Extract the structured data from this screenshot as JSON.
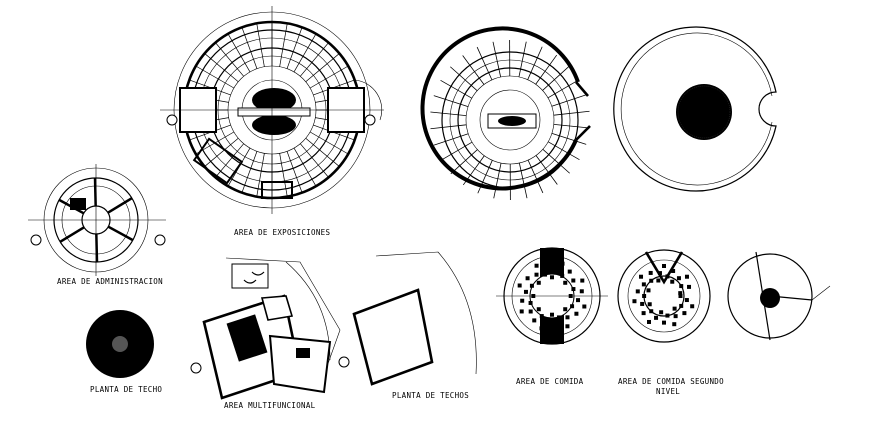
{
  "drawings": {
    "exposiciones": {
      "label": "AREA DE EXPOSICIONES"
    },
    "administracion": {
      "label": "AREA DE ADMINISTRACION"
    },
    "techo": {
      "label": "PLANTA DE TECHO"
    },
    "multifuncional": {
      "label": "AREA MULTIFUNCIONAL"
    },
    "techos": {
      "label": "PLANTA DE TECHOS"
    },
    "comida": {
      "label": "AREA DE COMIDA"
    },
    "comida_segundo": {
      "label_line1": "AREA DE COMIDA SEGUNDO",
      "label_line2": "NIVEL"
    }
  },
  "colors": {
    "ink": "#000000",
    "paper": "#ffffff"
  },
  "icons": [
    "section-marker-icon",
    "north-arrow-icon",
    "elevation-marker-icon"
  ]
}
